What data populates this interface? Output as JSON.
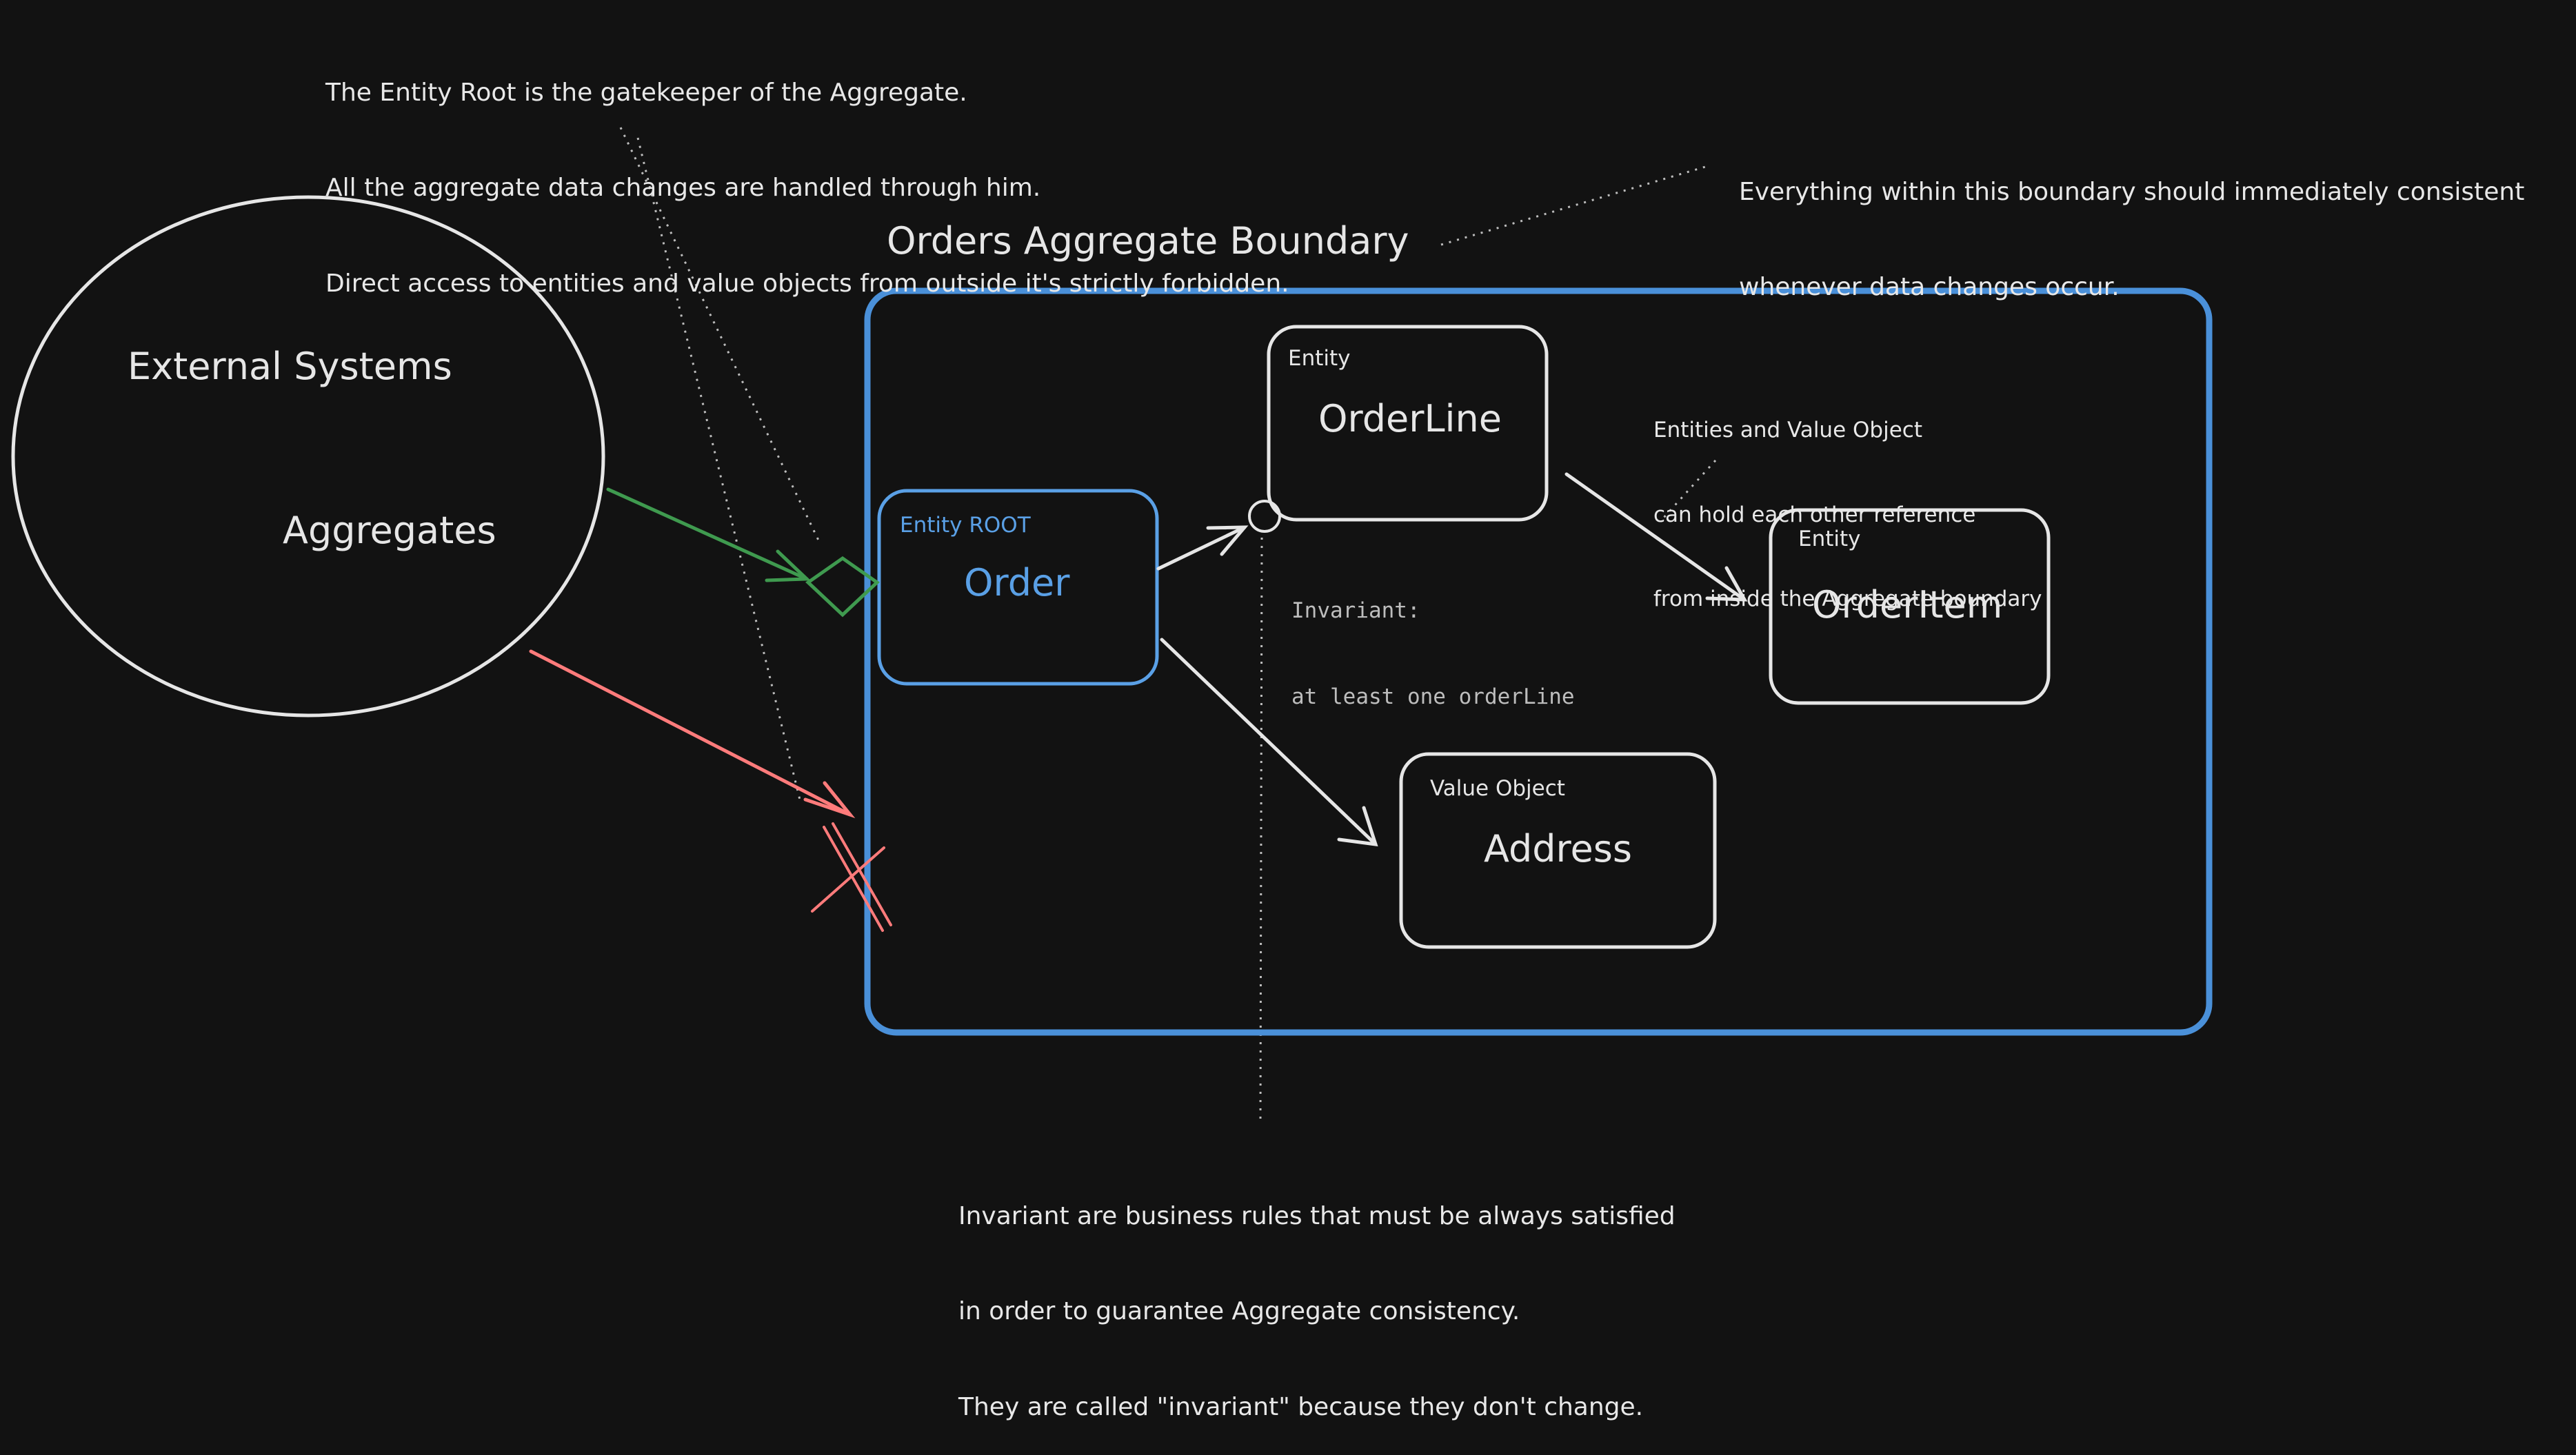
{
  "colors": {
    "background": "#121212",
    "stroke": "#e6e6e6",
    "boundary": "#4a90d9",
    "root": "#5aa0e6",
    "allowed_arrow": "#3f9a4f",
    "forbidden_arrow": "#ff7b7b",
    "dotted": "#bdbdbd"
  },
  "notes": {
    "gatekeeper": {
      "line1": "The Entity Root is the gatekeeper of the Aggregate.",
      "line2": "All the aggregate data changes are handled through him.",
      "line3": "Direct access to entities and value objects from outside it's strictly forbidden."
    },
    "consistency": {
      "line1": "Everything within this boundary should immediately consistent",
      "line2": "whenever data changes occur."
    },
    "references": {
      "line1": "Entities and Value Object",
      "line2": "can hold each other reference",
      "line3": "from inside the Aggregate boundary"
    },
    "invariant_rules": {
      "line1": "Invariant are business rules that must be always satisfied",
      "line2": "in order to guarantee Aggregate consistency.",
      "line3": "They are called \"invariant\" because they don't change."
    },
    "invariant_example": {
      "line1": "Invariant:",
      "line2": "at least one orderLine"
    }
  },
  "external": {
    "title": "External Systems",
    "subtitle": "Aggregates"
  },
  "boundary": {
    "title": "Orders Aggregate Boundary"
  },
  "nodes": {
    "order": {
      "kind": "Entity ROOT",
      "name": "Order"
    },
    "orderline": {
      "kind": "Entity",
      "name": "OrderLine"
    },
    "orderitem": {
      "kind": "Entity",
      "name": "OrderItem"
    },
    "address": {
      "kind": "Value Object",
      "name": "Address"
    }
  }
}
